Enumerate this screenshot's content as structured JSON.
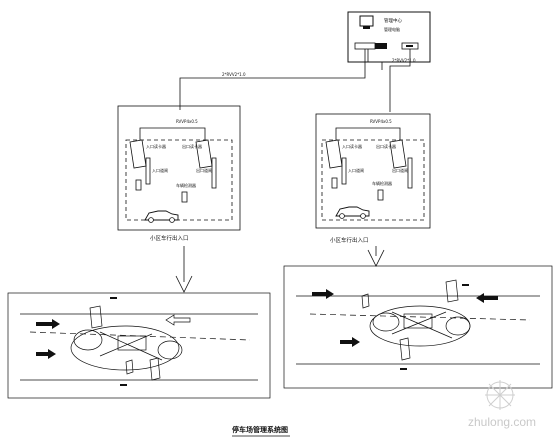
{
  "control_center": {
    "label": "管理中心",
    "pc_label": "管理电脑"
  },
  "cable_labels": {
    "left_main": "2*RVV2*1.0",
    "left_bus": "RVVP4x0.5",
    "right_main": "2*RVV2*1.0",
    "right_bus": "RVVP4x0.5"
  },
  "left_unit": {
    "caption": "小区车行出入口",
    "in_reader": "入口读卡器",
    "out_reader": "出口读卡器",
    "in_gate": "入口道闸",
    "out_gate": "出口道闸",
    "detector": "车辆检测器"
  },
  "right_unit": {
    "caption": "小区车行出入口",
    "in_reader": "入口读卡器",
    "out_reader": "出口读卡器",
    "in_gate": "入口道闸",
    "out_gate": "出口道闸",
    "detector": "车辆检测器"
  },
  "footer_title": "停车场管理系统图",
  "watermark": "zhulong.com",
  "colors": {
    "line": "#111111",
    "watermark": "#cfcfcf"
  }
}
